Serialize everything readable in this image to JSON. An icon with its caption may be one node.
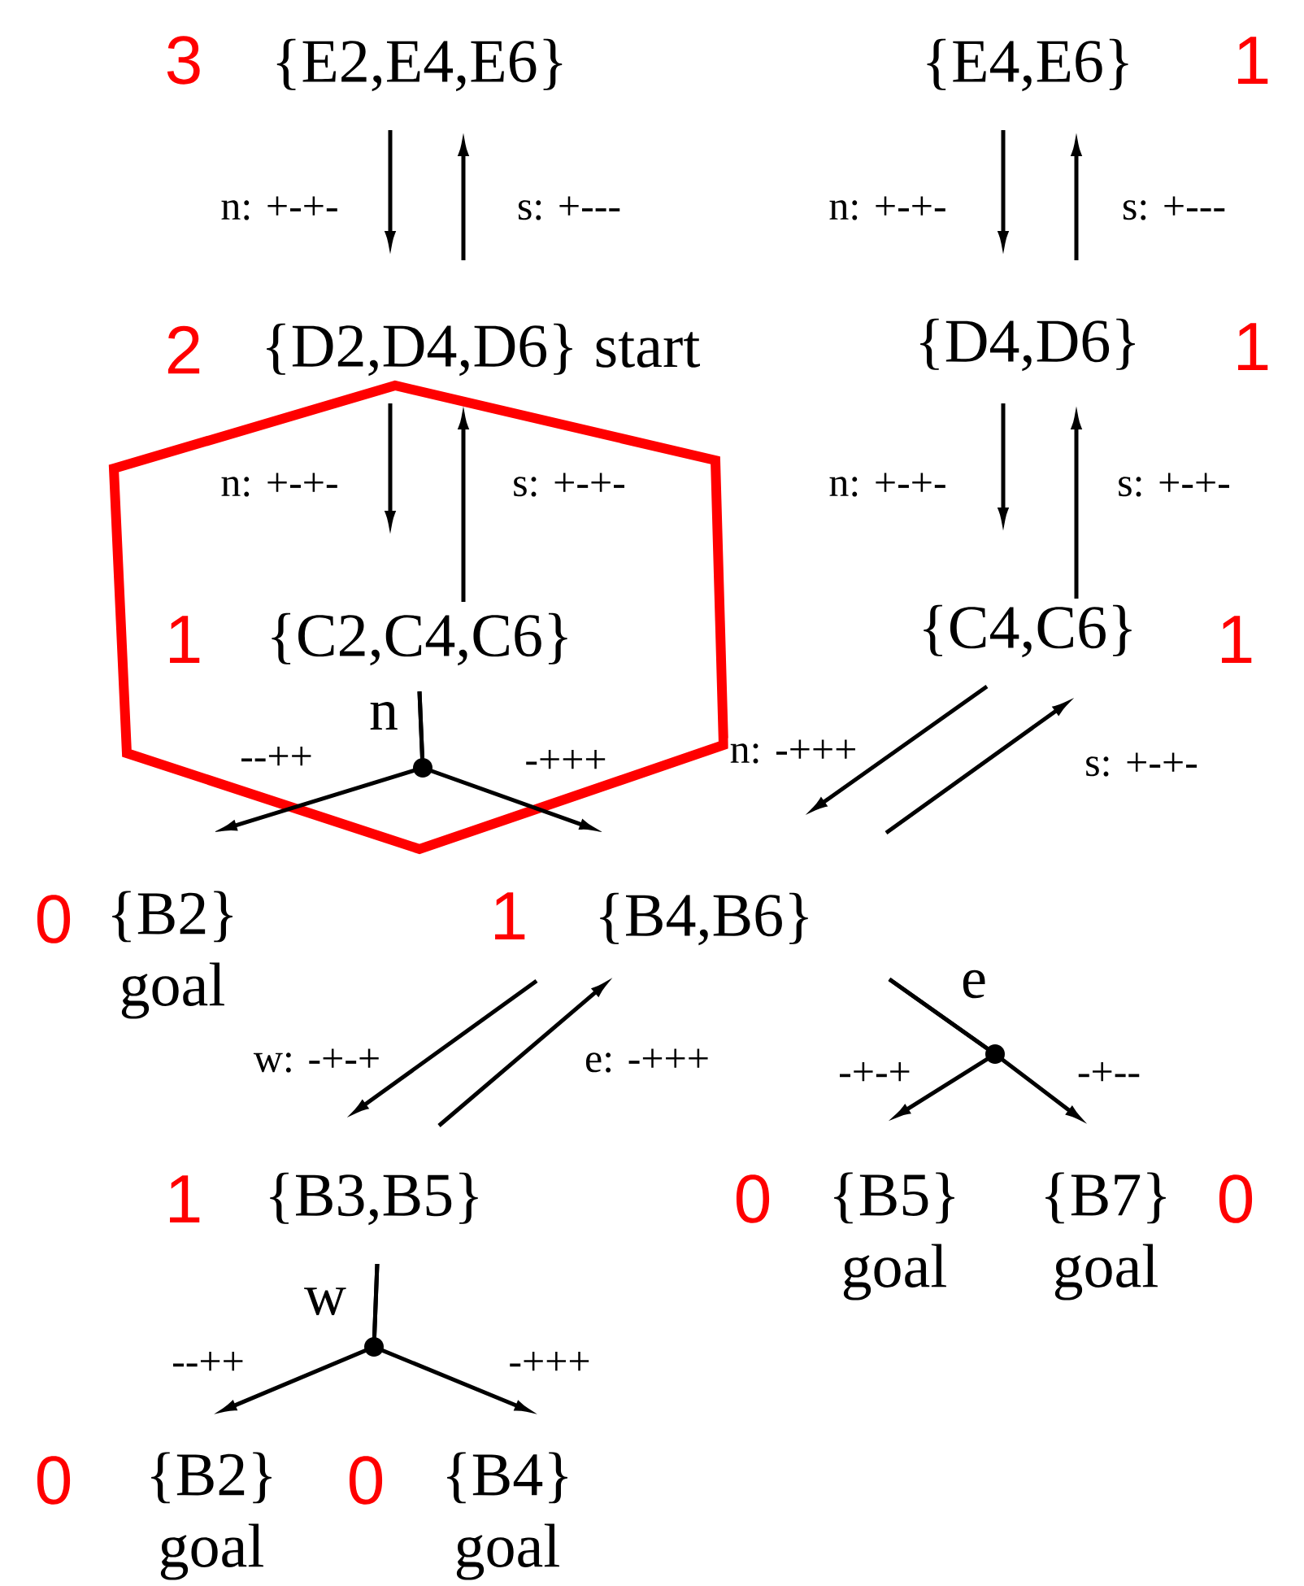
{
  "diagram": {
    "nodes": [
      {
        "text": [
          "{E2,E4,E6}"
        ],
        "beside": [
          "3"
        ]
      },
      {
        "text": [
          "{E4,E6}"
        ],
        "beside": [
          "1"
        ]
      },
      {
        "text": [
          "{D2,D4,D6}"
        ],
        "beside": [
          "2",
          "start"
        ]
      },
      {
        "text": [
          "{D4,D6}"
        ],
        "beside": [
          "1"
        ]
      },
      {
        "text": [],
        "shape": "hexagon"
      },
      {
        "text": [
          "{C2,C4,C6}"
        ],
        "beside": [
          "1"
        ],
        "in": 4
      },
      {
        "text": [
          "{C4,C6}"
        ],
        "beside": [
          "1"
        ]
      },
      {
        "text": [
          "{B2}",
          "goal"
        ],
        "beside": [
          "0"
        ]
      },
      {
        "text": [
          "{B4,B6}"
        ],
        "beside": [
          "1"
        ]
      },
      {
        "text": [
          "{B3,B5}"
        ],
        "beside": [
          "1"
        ]
      },
      {
        "text": [
          "{B5}",
          "goal"
        ],
        "beside": [
          "0"
        ]
      },
      {
        "text": [
          "{B7}",
          "goal"
        ],
        "beside": [
          "0"
        ]
      },
      {
        "text": [
          "{B2}",
          "goal"
        ],
        "beside": [
          "0"
        ]
      },
      {
        "text": [
          "{B4}",
          "goal"
        ],
        "beside": [
          "0"
        ]
      }
    ],
    "edges": [
      {
        "from": 0,
        "to": 2,
        "arrow": "to",
        "label": "n: +-+-"
      },
      {
        "from": 2,
        "to": 0,
        "arrow": "to",
        "label": "s: +---"
      },
      {
        "from": 1,
        "to": 3,
        "arrow": "to",
        "label": "n: +-+-"
      },
      {
        "from": 3,
        "to": 1,
        "arrow": "to",
        "label": "s: +---"
      },
      {
        "from": 2,
        "to": 5,
        "arrow": "to",
        "label": "n: +-+-"
      },
      {
        "from": 5,
        "to": 2,
        "arrow": "to",
        "label": "s: +-+-"
      },
      {
        "from": 3,
        "to": 6,
        "arrow": "to",
        "label": "n: +-+-"
      },
      {
        "from": 6,
        "to": 3,
        "arrow": "to",
        "label": "s: +-+-"
      },
      {
        "from": 5,
        "to": 7,
        "arrow": "to",
        "label": "--++"
      },
      {
        "from": 5,
        "to": 8,
        "arrow": "to",
        "label": "-+++"
      },
      {
        "from": 6,
        "to": 8,
        "arrow": "to",
        "label": "n: -+++"
      },
      {
        "from": 8,
        "to": 6,
        "arrow": "to",
        "label": "s: +-+-"
      },
      {
        "from": 8,
        "to": 9,
        "arrow": "to",
        "label": "w: -+-+"
      },
      {
        "from": 9,
        "to": 8,
        "arrow": "to",
        "label": "e: -+++"
      },
      {
        "from": 8,
        "to": 10,
        "arrow": "to",
        "label": "-+-+"
      },
      {
        "from": 8,
        "to": 11,
        "arrow": "to",
        "label": "-+--"
      },
      {
        "from": 9,
        "to": 12,
        "arrow": "to",
        "label": "--++"
      },
      {
        "from": 9,
        "to": 13,
        "arrow": "to",
        "label": "-+++"
      }
    ],
    "labels": [
      "n",
      "e",
      "w"
    ]
  }
}
